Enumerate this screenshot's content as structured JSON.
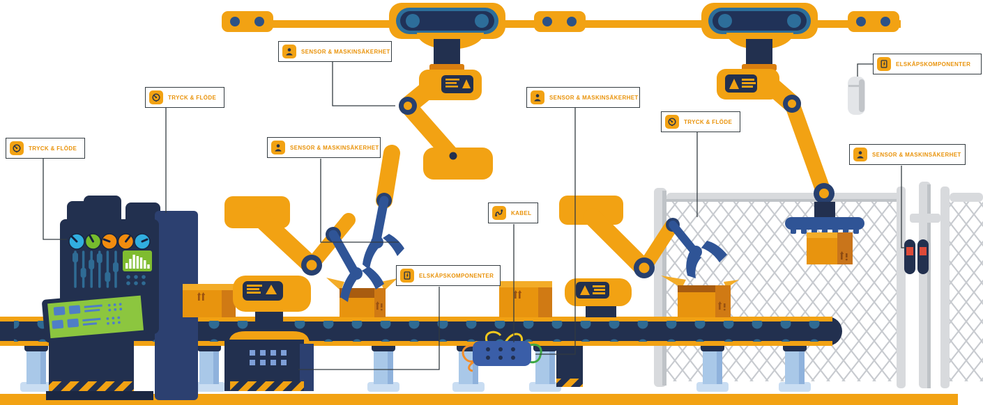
{
  "labels": [
    {
      "id": "tryck-flode-1",
      "text": "TRYCK & FLÖDE",
      "icon": "gauge-icon"
    },
    {
      "id": "tryck-flode-2",
      "text": "TRYCK & FLÖDE",
      "icon": "gauge-icon"
    },
    {
      "id": "sensor-maskinsakerhet-1",
      "text": "SENSOR & MASKINSÄKERHET",
      "icon": "safety-icon"
    },
    {
      "id": "sensor-maskinsakerhet-2",
      "text": "SENSOR & MASKINSÄKERHET",
      "icon": "safety-icon"
    },
    {
      "id": "sensor-maskinsakerhet-3",
      "text": "SENSOR & MASKINSÄKERHET",
      "icon": "safety-icon"
    },
    {
      "id": "tryck-flode-3",
      "text": "TRYCK & FLÖDE",
      "icon": "gauge-icon"
    },
    {
      "id": "elskapskomponenter-1",
      "text": "ELSKÅPSKOMPONENTER",
      "icon": "electrical-panel-icon"
    },
    {
      "id": "kabel",
      "text": "KABEL",
      "icon": "cable-icon"
    },
    {
      "id": "elskapskomponenter-2",
      "text": "ELSKÅPSKOMPONENTER",
      "icon": "electrical-panel-icon"
    },
    {
      "id": "sensor-maskinsakerhet-4",
      "text": "SENSOR & MASKINSÄKERHET",
      "icon": "safety-icon"
    }
  ],
  "palette": {
    "orange": "#F2A213",
    "dark_orange": "#D07A14",
    "box_orange": "#E8940E",
    "navy": "#22304F",
    "steel_blue": "#2D5E90",
    "arm_blue": "#2F5496",
    "light_blue": "#A9C8E8",
    "screen_green": "#8CC63F",
    "gauge_blue": "#31AEE0",
    "gauge_green": "#76BC2D",
    "fence_gray": "#C7CACF",
    "post_gray": "#D8DADD",
    "alert_red": "#DD4B3A",
    "label_text": "#E9930B",
    "label_border": "#333B40"
  }
}
